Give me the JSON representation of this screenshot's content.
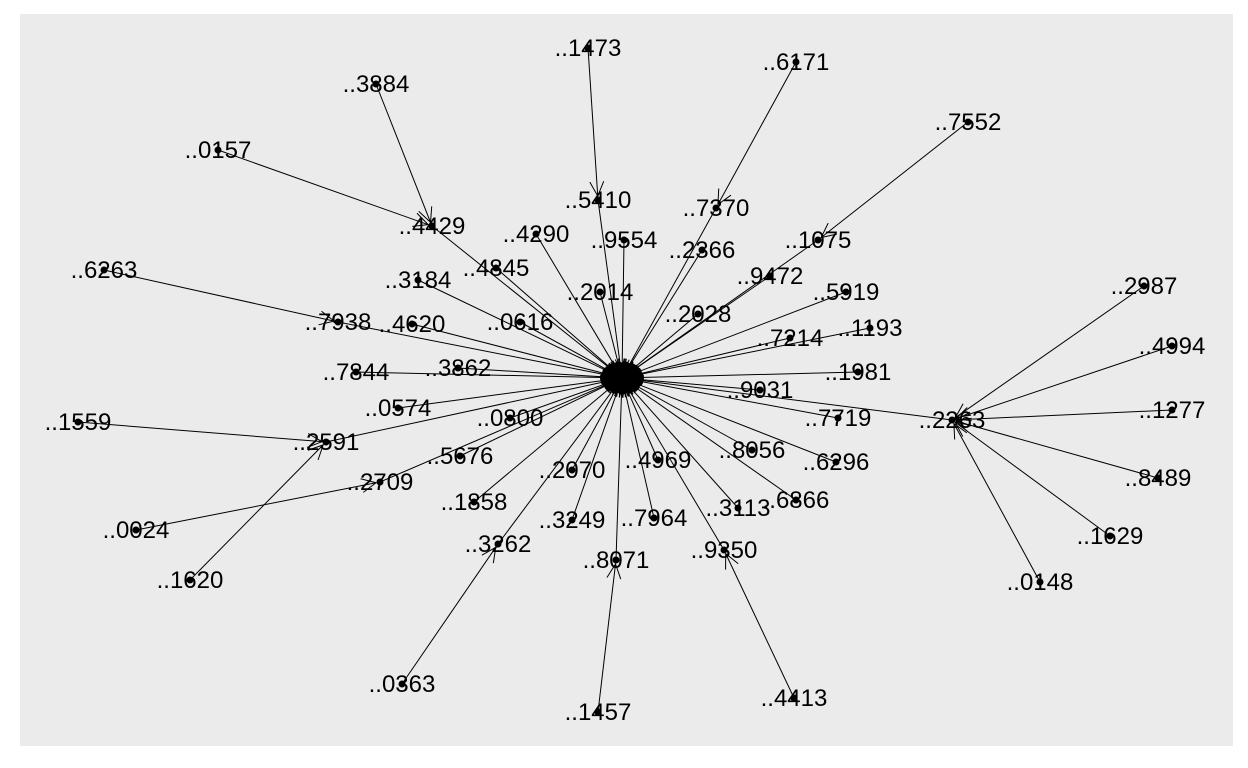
{
  "graph": {
    "nodes": [
      {
        "id": "hub",
        "label": ""
      },
      {
        "id": "n1473",
        "label": "..1473"
      },
      {
        "id": "n6171",
        "label": "..6171"
      },
      {
        "id": "n3884",
        "label": "..3884"
      },
      {
        "id": "n7552",
        "label": "..7552"
      },
      {
        "id": "n0157",
        "label": "..0157"
      },
      {
        "id": "n5410",
        "label": "..5410"
      },
      {
        "id": "n7370",
        "label": "..7370"
      },
      {
        "id": "n4429",
        "label": "..4429"
      },
      {
        "id": "n4290",
        "label": "..4290"
      },
      {
        "id": "n9554",
        "label": "..9554"
      },
      {
        "id": "n2366",
        "label": "..2366"
      },
      {
        "id": "n1075",
        "label": "..1075"
      },
      {
        "id": "n6263",
        "label": "..6263"
      },
      {
        "id": "n4845",
        "label": "..4845"
      },
      {
        "id": "n3184",
        "label": "..3184"
      },
      {
        "id": "n9472",
        "label": "..9472"
      },
      {
        "id": "n2987",
        "label": "..2987"
      },
      {
        "id": "n2014",
        "label": "..2014"
      },
      {
        "id": "n5919",
        "label": "..5919"
      },
      {
        "id": "n4994",
        "label": "..4994"
      },
      {
        "id": "n7938",
        "label": "..7938"
      },
      {
        "id": "n4620",
        "label": "..4620"
      },
      {
        "id": "n0616",
        "label": "..0616"
      },
      {
        "id": "n2028",
        "label": "..2028"
      },
      {
        "id": "n1193",
        "label": "..1193"
      },
      {
        "id": "n7214",
        "label": "..7214"
      },
      {
        "id": "n7844",
        "label": "..7844"
      },
      {
        "id": "n3862",
        "label": "..3862"
      },
      {
        "id": "n1981",
        "label": "..1981"
      },
      {
        "id": "n9031",
        "label": "..9031"
      },
      {
        "id": "n1277",
        "label": "..1277"
      },
      {
        "id": "n0574",
        "label": "..0574"
      },
      {
        "id": "n1559",
        "label": "..1559"
      },
      {
        "id": "n0800",
        "label": "..0800"
      },
      {
        "id": "n7719",
        "label": "..7719"
      },
      {
        "id": "n2263",
        "label": "..2263"
      },
      {
        "id": "n2591",
        "label": "..2591"
      },
      {
        "id": "n5676",
        "label": "..5676"
      },
      {
        "id": "n8056",
        "label": "..8056"
      },
      {
        "id": "n6296",
        "label": "..6296"
      },
      {
        "id": "n4969",
        "label": "..4969"
      },
      {
        "id": "n2070",
        "label": "..2070"
      },
      {
        "id": "n8489",
        "label": "..8489"
      },
      {
        "id": "n2709",
        "label": "..2709"
      },
      {
        "id": "n1858",
        "label": "..1858"
      },
      {
        "id": "n6866",
        "label": "..6866"
      },
      {
        "id": "n3113",
        "label": "..3113"
      },
      {
        "id": "n0024",
        "label": "..0024"
      },
      {
        "id": "n3249",
        "label": "..3249"
      },
      {
        "id": "n7964",
        "label": "..7964"
      },
      {
        "id": "n1629",
        "label": "..1629"
      },
      {
        "id": "n3262",
        "label": "..3262"
      },
      {
        "id": "n9350",
        "label": "..9350"
      },
      {
        "id": "n8071",
        "label": "..8071"
      },
      {
        "id": "n1620",
        "label": "..1620"
      },
      {
        "id": "n0148",
        "label": "..0148"
      },
      {
        "id": "n0363",
        "label": "..0363"
      },
      {
        "id": "n4413",
        "label": "..4413"
      },
      {
        "id": "n1457",
        "label": "..1457"
      }
    ],
    "edges": [
      {
        "from": "n1473",
        "to": "n5410"
      },
      {
        "from": "n6171",
        "to": "n7370"
      },
      {
        "from": "n3884",
        "to": "n4429"
      },
      {
        "from": "n0157",
        "to": "n4429"
      },
      {
        "from": "n7552",
        "to": "n1075"
      },
      {
        "from": "n6263",
        "to": "n7938"
      },
      {
        "from": "n1559",
        "to": "n2591"
      },
      {
        "from": "n1620",
        "to": "n2591"
      },
      {
        "from": "n0024",
        "to": "n2709"
      },
      {
        "from": "n0363",
        "to": "n3262"
      },
      {
        "from": "n1457",
        "to": "n8071"
      },
      {
        "from": "n4413",
        "to": "n9350"
      },
      {
        "from": "n2987",
        "to": "n2263"
      },
      {
        "from": "n4994",
        "to": "n2263"
      },
      {
        "from": "n1277",
        "to": "n2263"
      },
      {
        "from": "n8489",
        "to": "n2263"
      },
      {
        "from": "n1629",
        "to": "n2263"
      },
      {
        "from": "n0148",
        "to": "n2263"
      },
      {
        "from": "n5410",
        "to": "hub"
      },
      {
        "from": "n7370",
        "to": "hub"
      },
      {
        "from": "n4429",
        "to": "hub"
      },
      {
        "from": "n4290",
        "to": "hub"
      },
      {
        "from": "n9554",
        "to": "hub"
      },
      {
        "from": "n2366",
        "to": "hub"
      },
      {
        "from": "n1075",
        "to": "hub"
      },
      {
        "from": "n4845",
        "to": "hub"
      },
      {
        "from": "n3184",
        "to": "hub"
      },
      {
        "from": "n9472",
        "to": "hub"
      },
      {
        "from": "n2014",
        "to": "hub"
      },
      {
        "from": "n5919",
        "to": "hub"
      },
      {
        "from": "n7938",
        "to": "hub"
      },
      {
        "from": "n4620",
        "to": "hub"
      },
      {
        "from": "n0616",
        "to": "hub"
      },
      {
        "from": "n2028",
        "to": "hub"
      },
      {
        "from": "n1193",
        "to": "hub"
      },
      {
        "from": "n7214",
        "to": "hub"
      },
      {
        "from": "n7844",
        "to": "hub"
      },
      {
        "from": "n3862",
        "to": "hub"
      },
      {
        "from": "n1981",
        "to": "hub"
      },
      {
        "from": "n9031",
        "to": "hub"
      },
      {
        "from": "n0574",
        "to": "hub"
      },
      {
        "from": "n0800",
        "to": "hub"
      },
      {
        "from": "n7719",
        "to": "hub"
      },
      {
        "from": "n2263",
        "to": "hub"
      },
      {
        "from": "n2591",
        "to": "hub"
      },
      {
        "from": "n5676",
        "to": "hub"
      },
      {
        "from": "n8056",
        "to": "hub"
      },
      {
        "from": "n6296",
        "to": "hub"
      },
      {
        "from": "n4969",
        "to": "hub"
      },
      {
        "from": "n2070",
        "to": "hub"
      },
      {
        "from": "n2709",
        "to": "hub"
      },
      {
        "from": "n1858",
        "to": "hub"
      },
      {
        "from": "n6866",
        "to": "hub"
      },
      {
        "from": "n3113",
        "to": "hub"
      },
      {
        "from": "n3249",
        "to": "hub"
      },
      {
        "from": "n7964",
        "to": "hub"
      },
      {
        "from": "n3262",
        "to": "hub"
      },
      {
        "from": "n9350",
        "to": "hub"
      },
      {
        "from": "n8071",
        "to": "hub"
      }
    ]
  },
  "colors": {
    "panel_background": "#ebebeb",
    "edge": "#000000",
    "node": "#000000",
    "label": "#000000"
  }
}
